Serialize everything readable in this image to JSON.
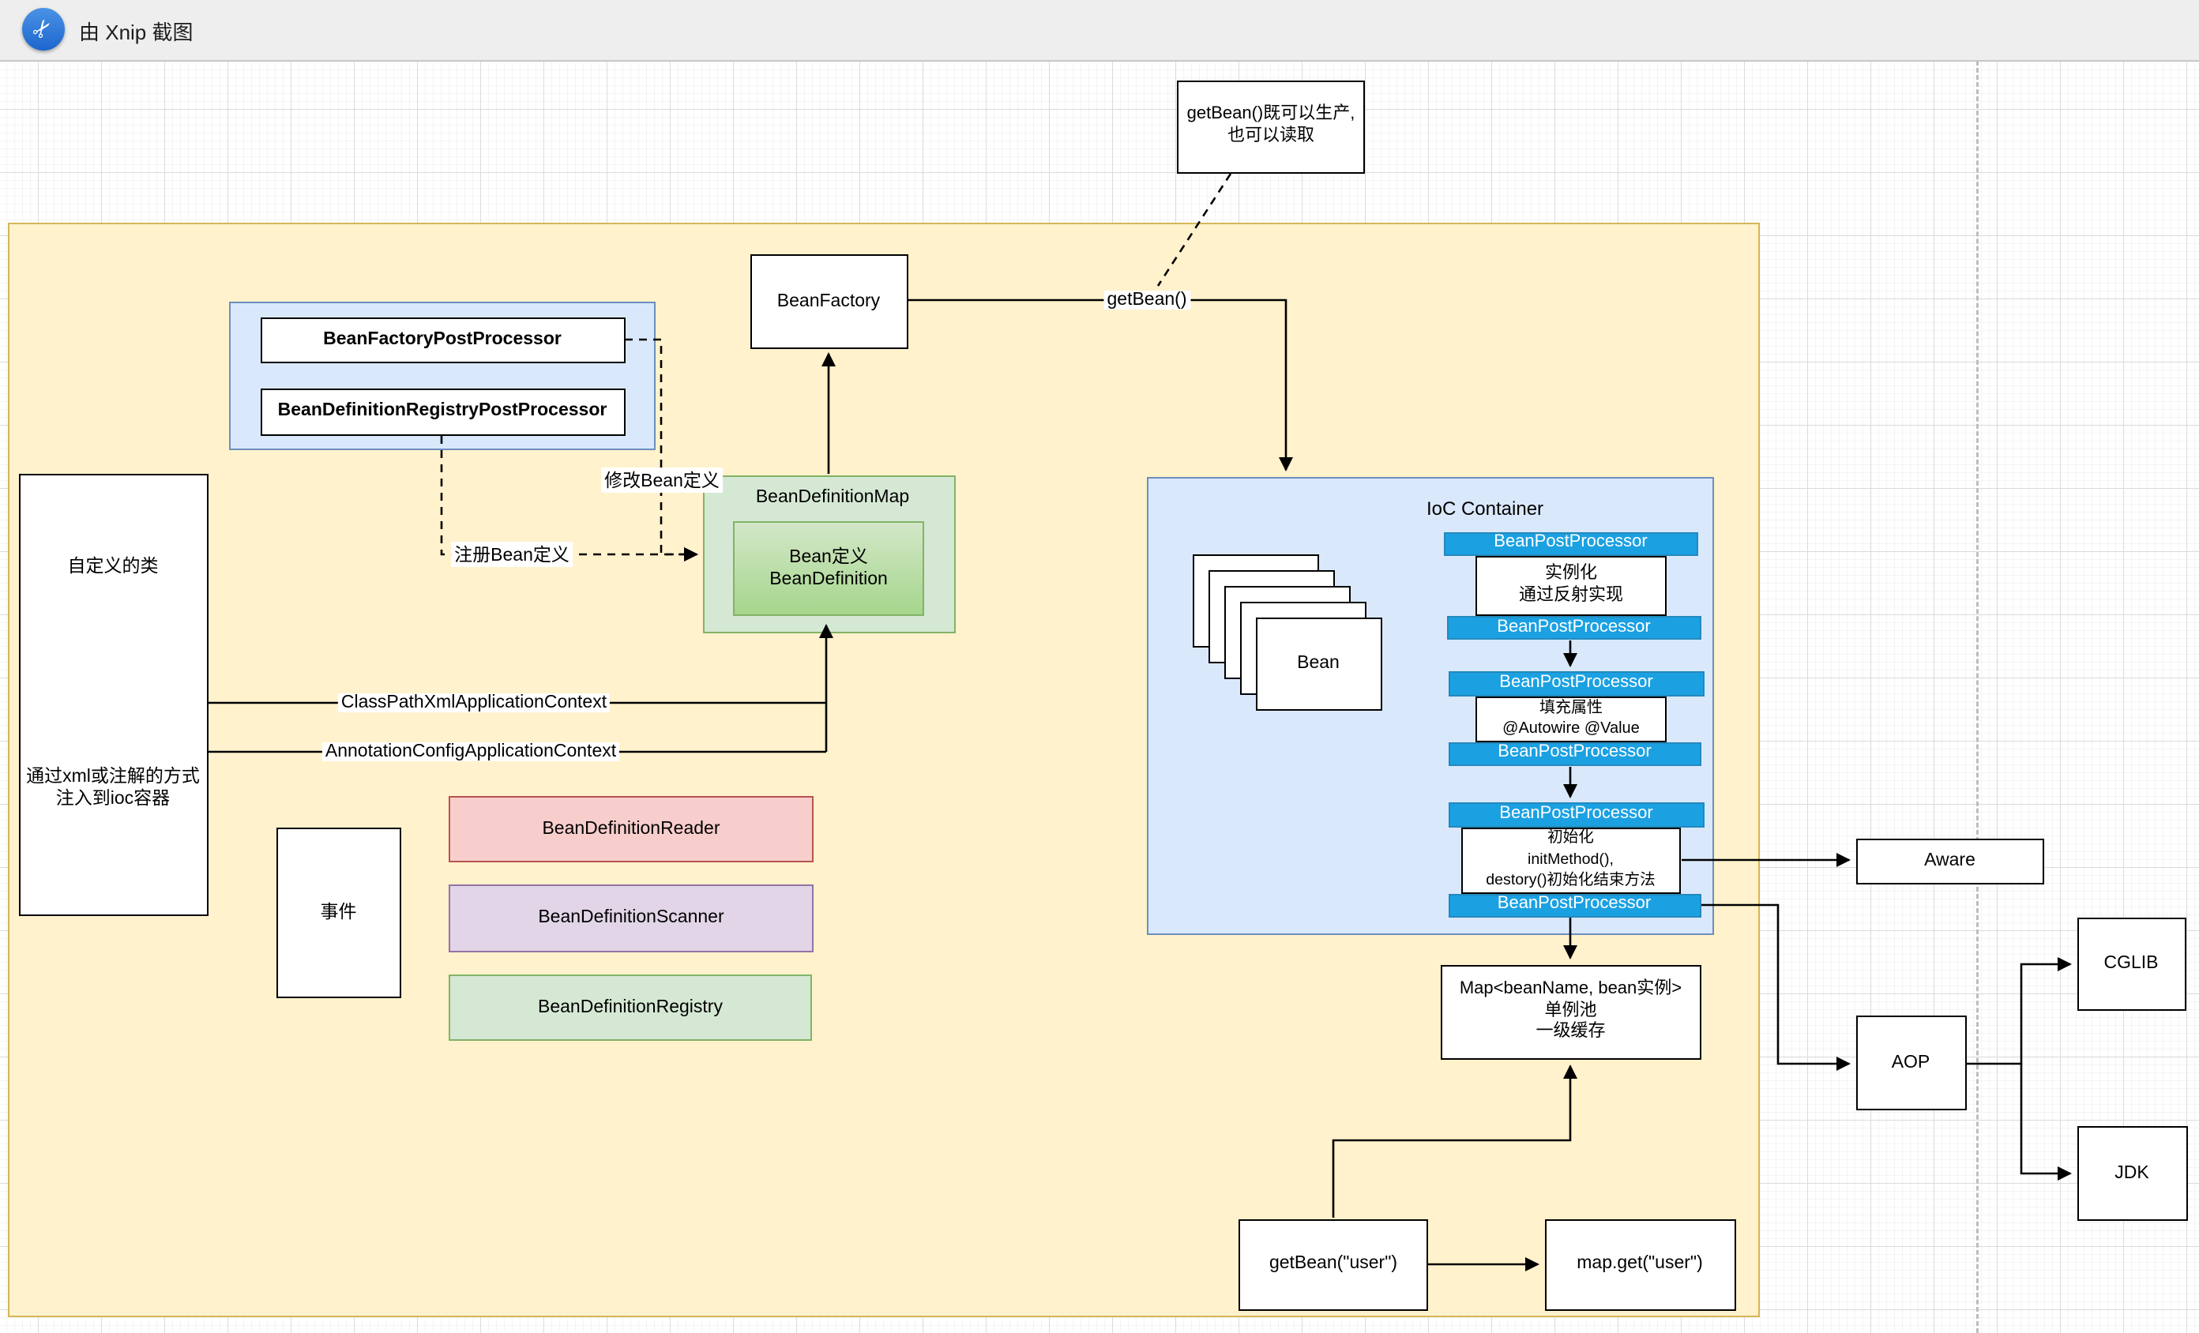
{
  "header": {
    "app_label": "由 Xnip 截图",
    "icon": "scissors-icon"
  },
  "colors": {
    "yellow_fill": "#fff2cc",
    "yellow_border": "#d6b656",
    "blue_fill": "#dae8fc",
    "blue_border": "#6c8ebf",
    "green_fill": "#d5e8d4",
    "green_border": "#82b366",
    "pink_fill": "#f8cecc",
    "pink_border": "#b85450",
    "purple_fill": "#e1d5e7",
    "purple_border": "#9673a6",
    "bar_fill": "#1ba1e2",
    "bar_text": "#ffffff",
    "grid_major": "#dbdbdb",
    "grid_minor": "#f4f4f4"
  },
  "diagram": {
    "note_getbean": "getBean()既可以生产,\n也可以读取",
    "bean_factory": "BeanFactory",
    "edge_labels": {
      "get_bean": "getBean()",
      "modify": "修改Bean定义",
      "register": "注册Bean定义",
      "classpath": "ClassPathXmlApplicationContext",
      "annotation": "AnnotationConfigApplicationContext"
    },
    "post_processors": {
      "factory": "BeanFactoryPostProcessor",
      "registry": "BeanDefinitionRegistryPostProcessor"
    },
    "bdm": {
      "title": "BeanDefinitionMap",
      "inner": "Bean定义\nBeanDefinition"
    },
    "custom_class": {
      "top": "自定义的类",
      "bottom": "通过xml或注解的方式\n注入到ioc容器"
    },
    "event_box": "事件",
    "definition_helpers": [
      "BeanDefinitionReader",
      "BeanDefinitionScanner",
      "BeanDefinitionRegistry"
    ],
    "ioc": {
      "title": "IoC Container",
      "bean": "Bean",
      "bar": "BeanPostProcessor",
      "step_instantiate": "实例化\n通过反射实现",
      "step_populate": "填充属性\n@Autowire @Value",
      "step_init": "初始化\ninitMethod(),\ndestory()初始化结束方法"
    },
    "singleton_map": "Map<beanName, bean实例>\n单例池\n一级缓存",
    "aware": "Aware",
    "aop": "AOP",
    "cglib": "CGLIB",
    "jdk": "JDK",
    "get_bean_user": "getBean(\"user\")",
    "map_get_user": "map.get(\"user\")"
  }
}
